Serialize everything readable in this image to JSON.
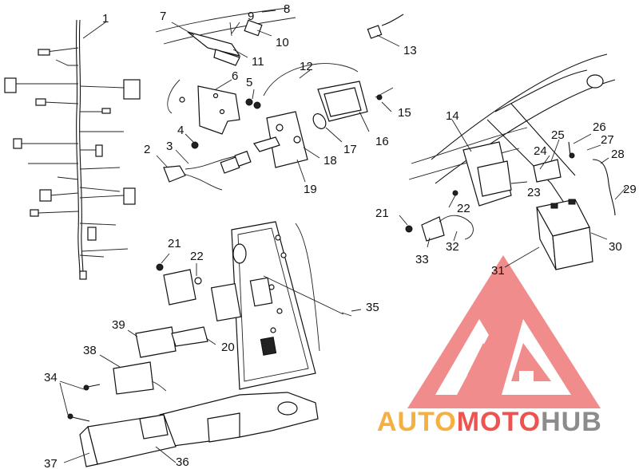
{
  "diagram": {
    "callouts": [
      {
        "id": "1",
        "label": "1"
      },
      {
        "id": "2",
        "label": "2"
      },
      {
        "id": "3",
        "label": "3"
      },
      {
        "id": "4",
        "label": "4"
      },
      {
        "id": "5",
        "label": "5"
      },
      {
        "id": "6",
        "label": "6"
      },
      {
        "id": "7",
        "label": "7"
      },
      {
        "id": "8",
        "label": "8"
      },
      {
        "id": "9",
        "label": "9"
      },
      {
        "id": "10",
        "label": "10"
      },
      {
        "id": "11",
        "label": "11"
      },
      {
        "id": "12",
        "label": "12"
      },
      {
        "id": "13",
        "label": "13"
      },
      {
        "id": "14",
        "label": "14"
      },
      {
        "id": "15",
        "label": "15"
      },
      {
        "id": "16",
        "label": "16"
      },
      {
        "id": "17",
        "label": "17"
      },
      {
        "id": "18",
        "label": "18"
      },
      {
        "id": "19",
        "label": "19"
      },
      {
        "id": "20",
        "label": "20"
      },
      {
        "id": "21a",
        "label": "21"
      },
      {
        "id": "21b",
        "label": "21"
      },
      {
        "id": "22a",
        "label": "22"
      },
      {
        "id": "22b",
        "label": "22"
      },
      {
        "id": "23",
        "label": "23"
      },
      {
        "id": "24",
        "label": "24"
      },
      {
        "id": "25",
        "label": "25"
      },
      {
        "id": "26",
        "label": "26"
      },
      {
        "id": "27",
        "label": "27"
      },
      {
        "id": "28",
        "label": "28"
      },
      {
        "id": "29",
        "label": "29"
      },
      {
        "id": "30",
        "label": "30"
      },
      {
        "id": "31",
        "label": "31"
      },
      {
        "id": "32",
        "label": "32"
      },
      {
        "id": "33",
        "label": "33"
      },
      {
        "id": "34",
        "label": "34"
      },
      {
        "id": "35",
        "label": "35"
      },
      {
        "id": "36",
        "label": "36"
      },
      {
        "id": "37",
        "label": "37"
      },
      {
        "id": "38",
        "label": "38"
      },
      {
        "id": "39",
        "label": "39"
      }
    ]
  },
  "watermark": {
    "text_part1": "AUTO",
    "text_part2": "MOTO",
    "text_part3": "HUB",
    "color_orange": "#f5b041",
    "color_red": "#ef5350",
    "color_gray": "#8c8c8c",
    "logo_color": "#f08080"
  }
}
